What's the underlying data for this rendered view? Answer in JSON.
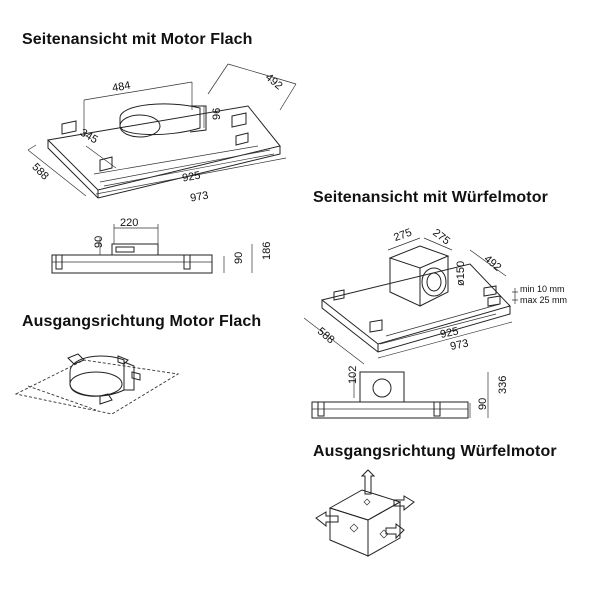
{
  "titles": {
    "flat_side_view": "Seitenansicht mit Motor Flach",
    "cube_side_view": "Seitenansicht mit Würfelmotor",
    "flat_output_direction": "Ausgangsrichtung Motor Flach",
    "cube_output_direction": "Ausgangsrichtung Würfelmotor"
  },
  "flat_dims": {
    "motor_width": "484",
    "depth_top": "492",
    "motor_height": "96",
    "motor_depth": "345",
    "inner_width": "925",
    "outer_width": "973",
    "outer_depth": "588"
  },
  "flat_front_dims": {
    "motor_width": "220",
    "motor_height": "90",
    "body_height": "90",
    "total_height": "186"
  },
  "cube_dims": {
    "cube_width": "275",
    "cube_depth": "275",
    "outlet_diameter": "ø150",
    "depth_top": "492",
    "gap_min": "min 10 mm",
    "gap_max": "max 25 mm",
    "outer_depth": "588",
    "inner_width": "925",
    "outer_width": "973"
  },
  "cube_front_dims": {
    "outlet_height": "102",
    "body_height": "90",
    "total_height": "336"
  }
}
